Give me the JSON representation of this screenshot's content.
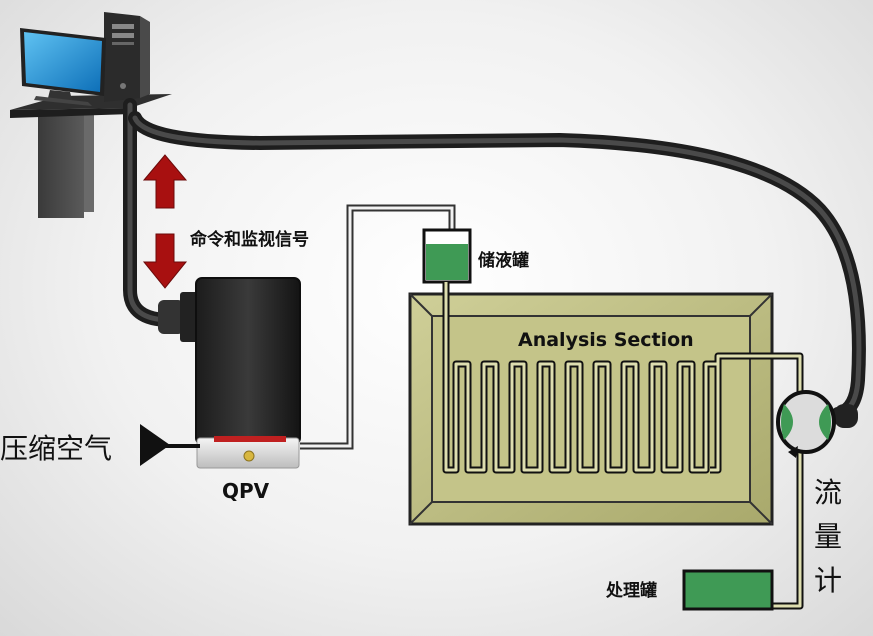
{
  "labels": {
    "command_signal": "命令和监视信号",
    "reservoir": "储液罐",
    "analysis_section": "Analysis Section",
    "compressed_air": "压缩空气",
    "qpv": "QPV",
    "flowmeter_1": "流",
    "flowmeter_2": "量",
    "flowmeter_3": "计",
    "waste_tank": "处理罐"
  },
  "colors": {
    "cable": "#2a2a2a",
    "arrow_red": "#a81010",
    "liquid_green": "#3f9a55",
    "panel_olive": "#c5c58a",
    "panel_border": "#222222",
    "computer_blue": "#1d8fd6"
  },
  "icons": {
    "computer": "desktop-computer-icon",
    "valve": "qpv-valve-icon",
    "flowmeter": "flowmeter-icon",
    "air_inlet": "air-inlet-triangle-icon"
  }
}
